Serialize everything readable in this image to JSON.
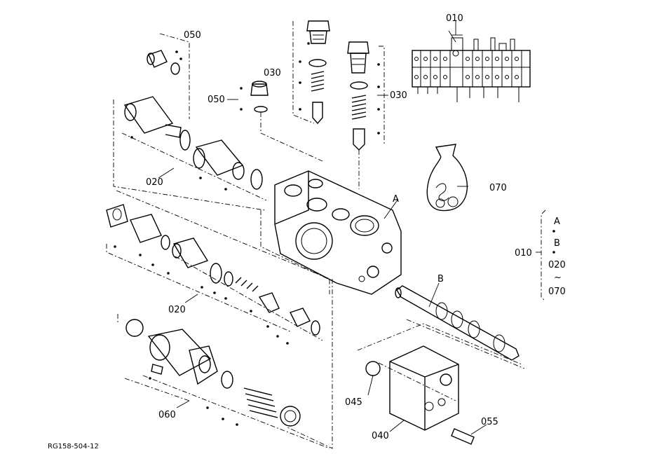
{
  "callouts": {
    "c010_top": "010",
    "c050_a": "050",
    "c030_a": "030",
    "c050_b": "050",
    "c030_b": "030",
    "c020_a": "020",
    "c070": "070",
    "cA": "A",
    "cB": "B",
    "c020_b": "020",
    "c045": "045",
    "c060": "060",
    "c055": "055",
    "c040": "040"
  },
  "legend": {
    "number": "010",
    "items": [
      "A",
      "•",
      "B",
      "•",
      "020",
      "~",
      "070"
    ]
  },
  "figure_code": "RG158-504-12"
}
